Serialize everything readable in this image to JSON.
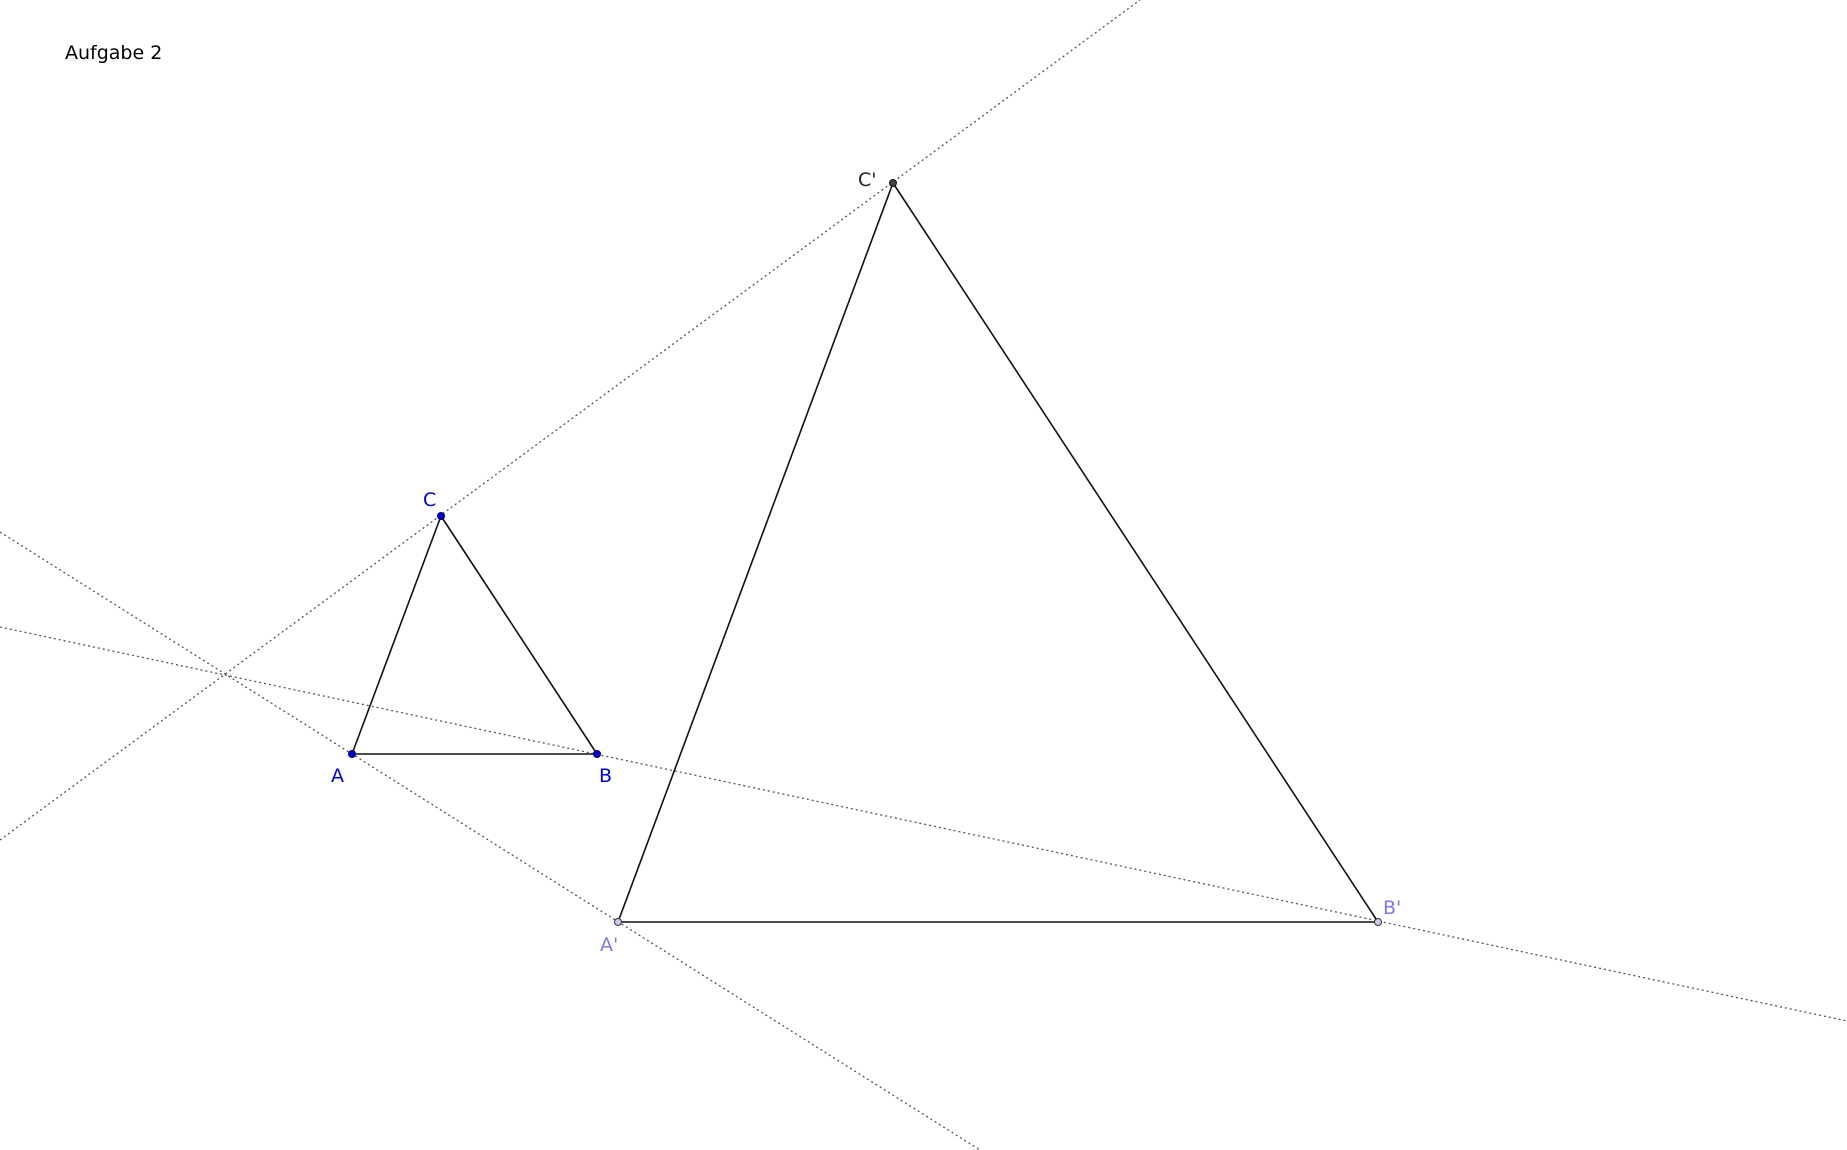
{
  "title": "Aufgabe 2",
  "colors": {
    "original": "#0000cc",
    "image_label": "#7a7ae0",
    "image_point_fill": "#c8c8f0",
    "image_c_point": "#444444",
    "segments": "#111111",
    "aux_lines": "#555555"
  },
  "points": {
    "A": "A",
    "B": "B",
    "C": "C",
    "A_prime": "A'",
    "B_prime": "B'",
    "C_prime": "C'"
  }
}
